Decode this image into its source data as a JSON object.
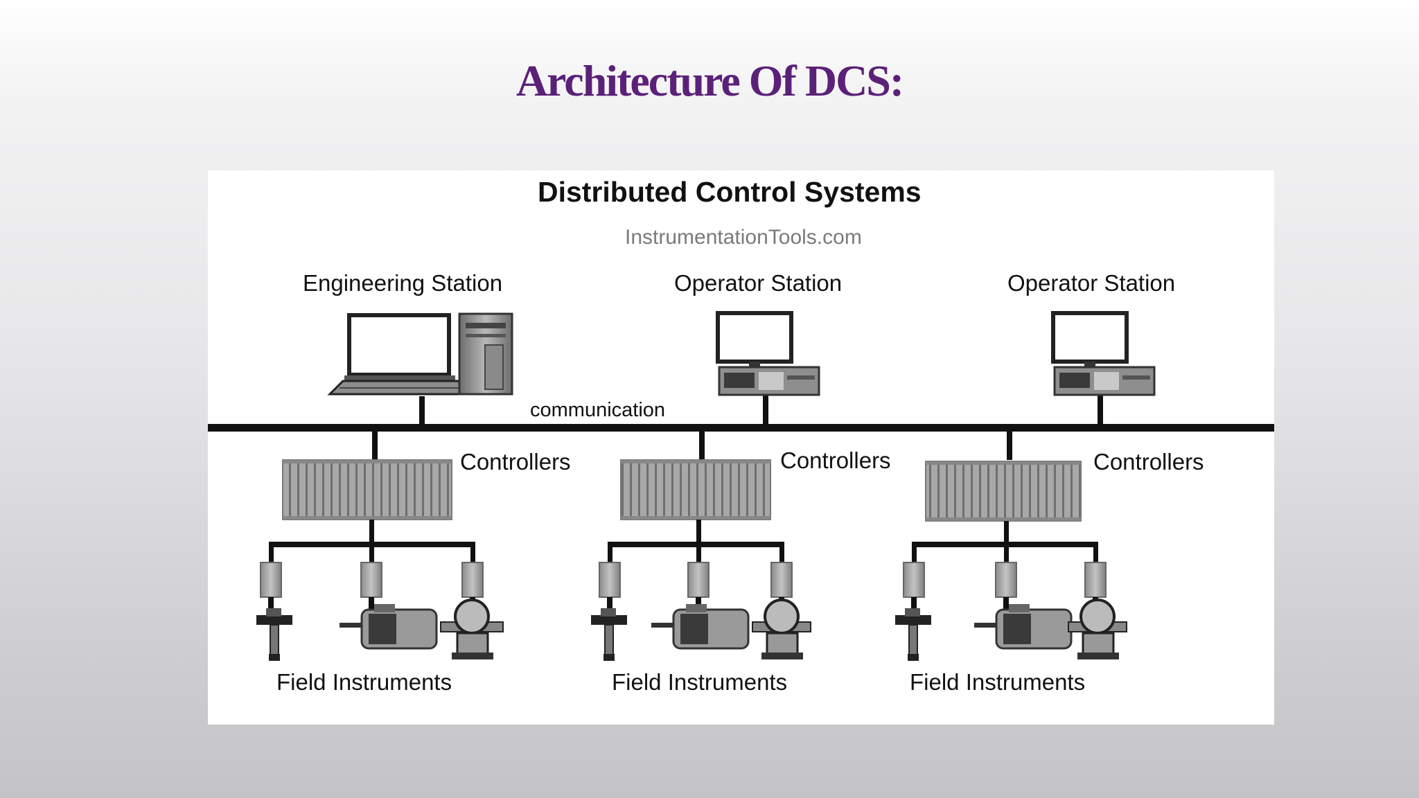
{
  "slide": {
    "title": "Architecture Of DCS:",
    "title_color": "#5b2178"
  },
  "diagram": {
    "title": "Distributed Control Systems",
    "watermark": "InstrumentationTools.com",
    "bus_label": "communication",
    "stations": [
      {
        "label": "Engineering Station",
        "icon": "laptop-tower-icon"
      },
      {
        "label": "Operator Station",
        "icon": "desktop-computer-icon"
      },
      {
        "label": "Operator Station",
        "icon": "desktop-computer-icon"
      }
    ],
    "controllers": [
      {
        "label": "Controllers"
      },
      {
        "label": "Controllers"
      },
      {
        "label": "Controllers"
      }
    ],
    "field_groups": [
      {
        "label": "Field Instruments",
        "devices": [
          "control-valve-icon",
          "motor-icon",
          "pressure-transmitter-icon"
        ]
      },
      {
        "label": "Field Instruments",
        "devices": [
          "control-valve-icon",
          "motor-icon",
          "pressure-transmitter-icon"
        ]
      },
      {
        "label": "Field Instruments",
        "devices": [
          "control-valve-icon",
          "motor-icon",
          "pressure-transmitter-icon"
        ]
      }
    ]
  }
}
